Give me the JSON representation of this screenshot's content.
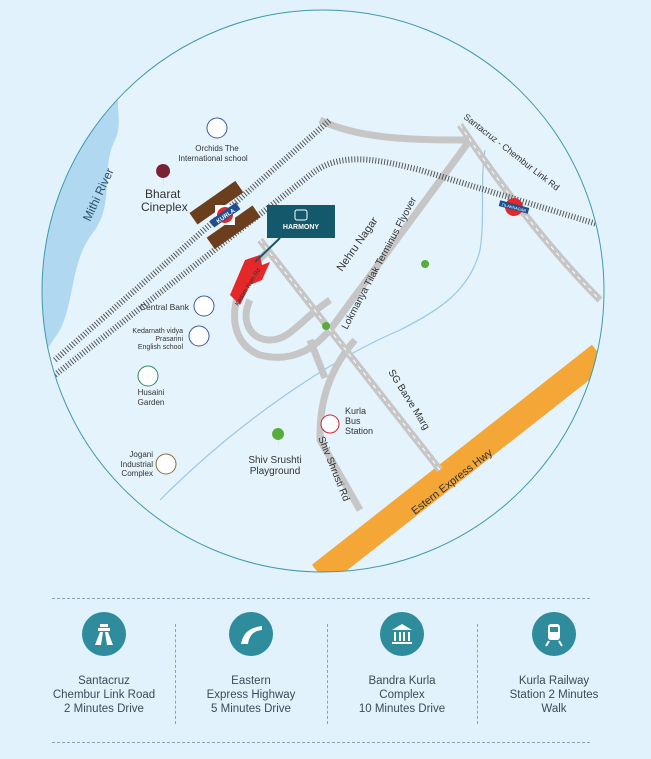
{
  "colors": {
    "background": "#e2f2fc",
    "river": "#b0d8f0",
    "road": "#c8c8c8",
    "track": "#8a8a8a",
    "highway": "#f4a636",
    "brand": "#14586b",
    "site": "#e4282a",
    "icon_bg": "#2e8c9c"
  },
  "map": {
    "river": "Mithi River",
    "brand": "HARMONY",
    "stations": [
      "KURLA",
      "TILAKNAGAR"
    ],
    "roads": {
      "kadam_nath": "Kadam Nath Rd",
      "link_road": "Santacruz - Chembur Link Rd",
      "flyover": "Lokmanya Tilak Terminus Flyover",
      "sg_barve": "SG Barve Marg",
      "shiv_shrusti": "Shiv Shrusti Rd",
      "highway": "Estern Express Hwy"
    },
    "areas": {
      "nehru_nagar": "Nehru Nagar"
    },
    "landmarks": {
      "orchids": [
        "Orchids The",
        "International school"
      ],
      "bharat": [
        "Bharat",
        "Cineplex"
      ],
      "central_bank": "Central Bank",
      "kedarnath": [
        "Kedarnath vidya",
        "Prasarini",
        "English school"
      ],
      "husaini": [
        "Husaini",
        "Garden"
      ],
      "jogani": [
        "Jogani",
        "Industrial",
        "Complex"
      ],
      "shiv_srushti": [
        "Shiv Srushti",
        "Playground"
      ],
      "kurla_bus": [
        "Kurla",
        "Bus",
        "Station"
      ]
    }
  },
  "features": [
    {
      "icon": "highway-icon",
      "lines": [
        "Santacruz",
        "Chembur Link Road",
        "2 Minutes Drive"
      ]
    },
    {
      "icon": "expressway-icon",
      "lines": [
        "Eastern",
        "Express Highway",
        "5 Minutes Drive"
      ]
    },
    {
      "icon": "bank-building-icon",
      "lines": [
        "Bandra Kurla",
        "Complex",
        "10 Minutes Drive"
      ]
    },
    {
      "icon": "train-icon",
      "lines": [
        "Kurla Railway",
        "Station 2 Minutes",
        "Walk"
      ]
    }
  ]
}
